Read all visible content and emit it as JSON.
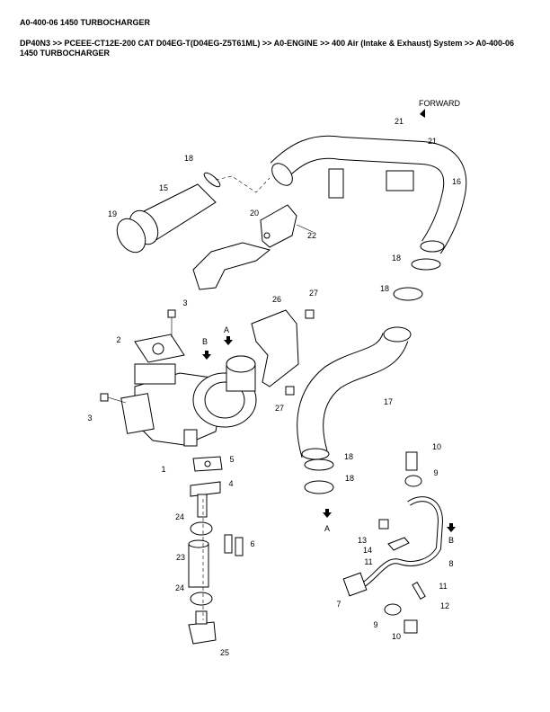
{
  "header": {
    "title": "A0-400-06 1450 TURBOCHARGER",
    "breadcrumb": "DP40N3 >> PCEEE-CT12E-200 CAT D04EG-T(D04EG-Z5T61ML) >> A0-ENGINE >> 400 Air (Intake & Exhaust) System >> A0-400-06 1450 TURBOCHARGER"
  },
  "diagram": {
    "forward_label": "FORWARD",
    "callouts": [
      "21",
      "21",
      "18",
      "15",
      "16",
      "19",
      "20",
      "22",
      "18",
      "18",
      "3",
      "26",
      "27",
      "2",
      "B",
      "A",
      "17",
      "3",
      "27",
      "1",
      "5",
      "10",
      "18",
      "9",
      "18",
      "4",
      "A",
      "13",
      "14",
      "B",
      "24",
      "6",
      "11",
      "8",
      "23",
      "11",
      "7",
      "12",
      "24",
      "9",
      "10",
      "25"
    ]
  }
}
